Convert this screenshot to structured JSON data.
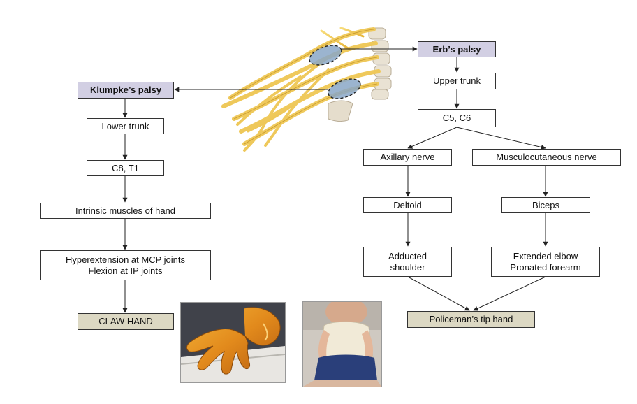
{
  "left": {
    "header": "Klumpke’s palsy",
    "trunk": "Lower trunk",
    "roots": "C8, T1",
    "muscles": "Intrinsic muscles of hand",
    "sign_line1": "Hyperextension at MCP joints",
    "sign_line2": "Flexion at IP joints",
    "result": "CLAW HAND"
  },
  "right": {
    "header": "Erb’s palsy",
    "trunk": "Upper trunk",
    "roots": "C5, C6",
    "nerve_a": "Axillary nerve",
    "nerve_b": "Musculocutaneous nerve",
    "muscle_a": "Deltoid",
    "muscle_b": "Biceps",
    "sign_a_line1": "Adducted",
    "sign_a_line2": "shoulder",
    "sign_b_line1": "Extended elbow",
    "sign_b_line2": "Pronated forearm",
    "result": "Policeman’s tip hand"
  },
  "colors": {
    "header_fill": "#d2cfe3",
    "result_fill": "#dcd8c3",
    "nerve_yellow": "#f2c94c",
    "lesion_blue": "#8aa7c7"
  },
  "illustrations": {
    "plexus": "brachial-plexus-illustration",
    "claw_photo": "claw-hand-photo",
    "erb_photo": "infant-erb-palsy-photo"
  }
}
